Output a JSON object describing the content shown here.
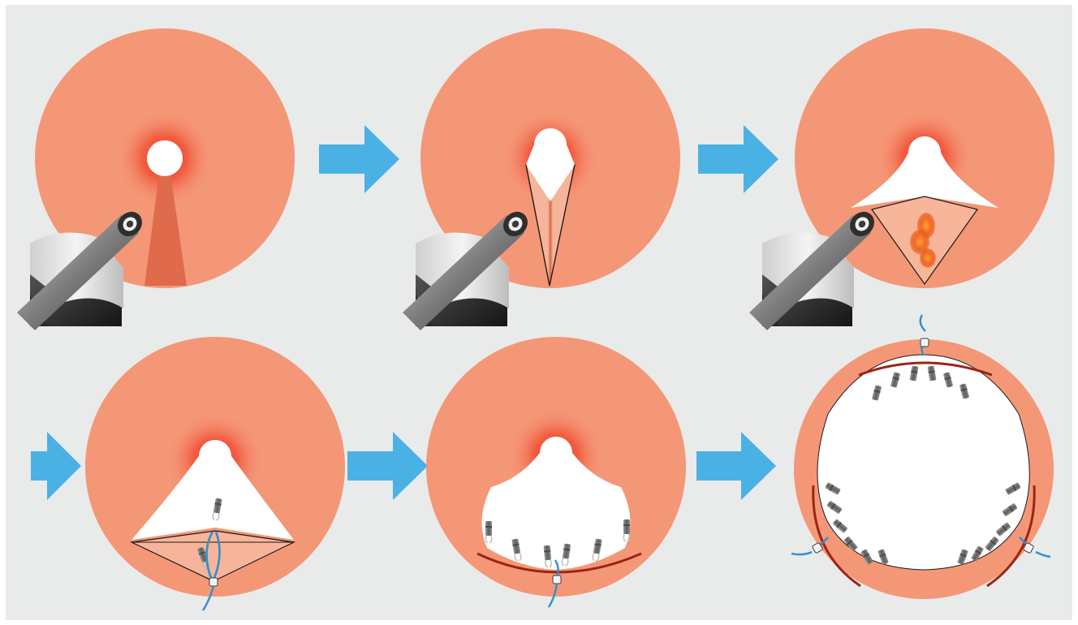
{
  "diagram": {
    "colors": {
      "background": "#E9EAEA",
      "tissue": "#F49777",
      "lumen": "#FFFFFF",
      "inflammation": "#F0402D",
      "arrow": "#4AB1E5",
      "incision_fill": "#F6B59B",
      "incision_stroke": "#1A1A1A",
      "scar_line": "#9C2414",
      "suture": "#2F8FCB",
      "clip": "#6E6E6E",
      "bleed": "#E8581D"
    },
    "steps": [
      {
        "id": 1,
        "stage": "initial-stricture",
        "icons": [
          "endoscope-icon",
          "incision-marking"
        ]
      },
      {
        "id": 2,
        "stage": "radial-incision",
        "icons": [
          "endoscope-icon",
          "incision-wedge"
        ]
      },
      {
        "id": 3,
        "stage": "excision",
        "icons": [
          "endoscope-icon",
          "bleeding-site"
        ]
      },
      {
        "id": 4,
        "stage": "suture-and-clip",
        "icons": [
          "clip-icon",
          "suture-icon"
        ]
      },
      {
        "id": 5,
        "stage": "clip-closure",
        "icons": [
          "clip-icon",
          "suture-icon"
        ]
      },
      {
        "id": 6,
        "stage": "dilated-lumen",
        "icons": [
          "clip-icon",
          "suture-icon"
        ]
      }
    ],
    "flow_arrows": 5
  }
}
